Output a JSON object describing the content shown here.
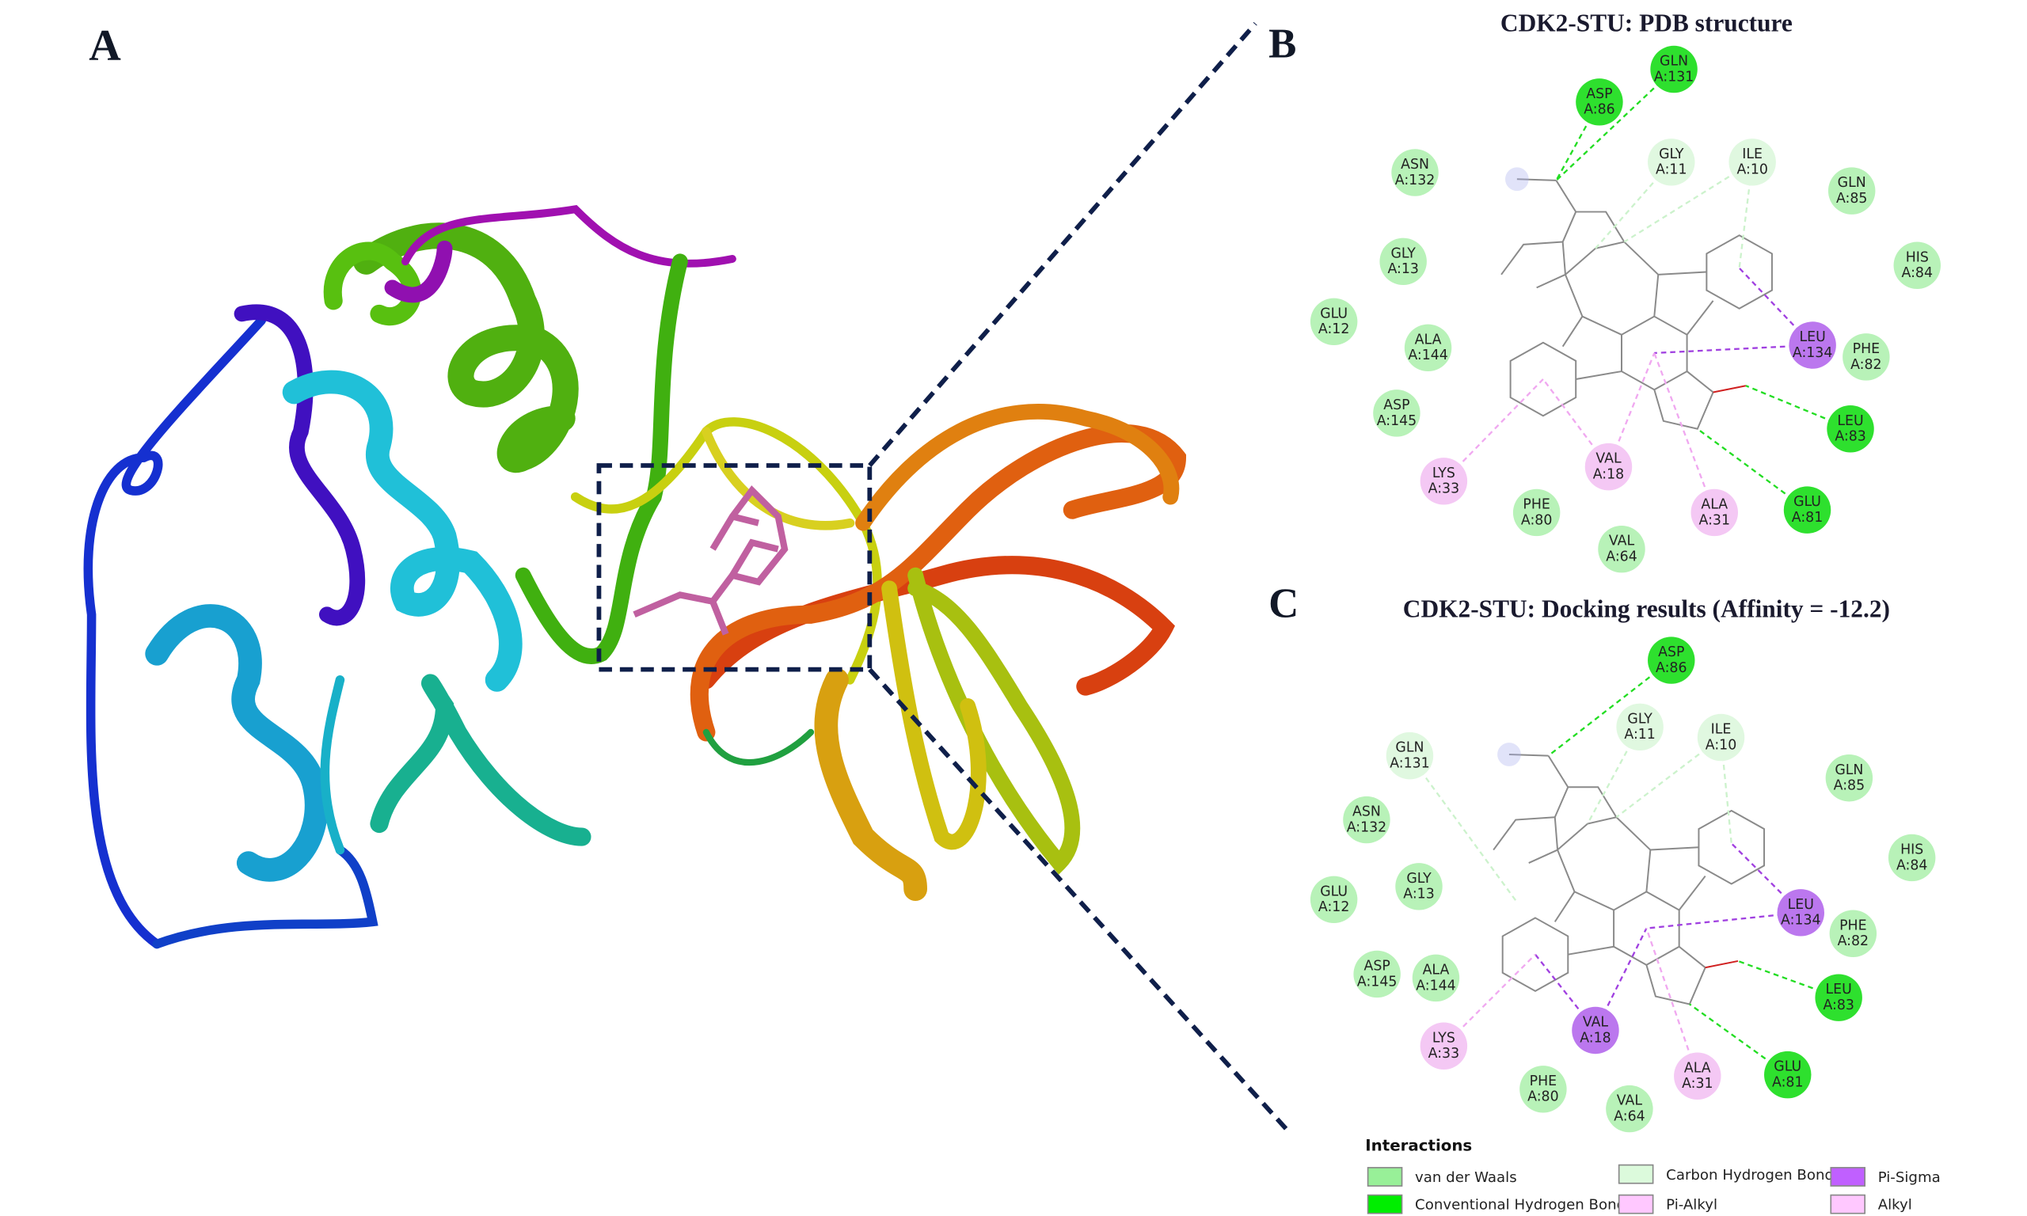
{
  "panels": {
    "a": {
      "label": "A"
    },
    "b": {
      "label": "B",
      "title": "CDK2-STU: PDB structure",
      "residues": [
        {
          "name": "ASP",
          "id": "A:86",
          "type": "conventional"
        },
        {
          "name": "GLN",
          "id": "A:131",
          "type": "conventional"
        },
        {
          "name": "GLY",
          "id": "A:11",
          "type": "carbon"
        },
        {
          "name": "ILE",
          "id": "A:10",
          "type": "carbon"
        },
        {
          "name": "ASN",
          "id": "A:132",
          "type": "vdw"
        },
        {
          "name": "GLN",
          "id": "A:85",
          "type": "vdw"
        },
        {
          "name": "HIS",
          "id": "A:84",
          "type": "vdw"
        },
        {
          "name": "GLY",
          "id": "A:13",
          "type": "vdw"
        },
        {
          "name": "GLU",
          "id": "A:12",
          "type": "vdw"
        },
        {
          "name": "ALA",
          "id": "A:144",
          "type": "vdw"
        },
        {
          "name": "LEU",
          "id": "A:134",
          "type": "pisigma"
        },
        {
          "name": "PHE",
          "id": "A:82",
          "type": "vdw"
        },
        {
          "name": "ASP",
          "id": "A:145",
          "type": "vdw"
        },
        {
          "name": "LEU",
          "id": "A:83",
          "type": "conventional"
        },
        {
          "name": "LYS",
          "id": "A:33",
          "type": "alkyl"
        },
        {
          "name": "VAL",
          "id": "A:18",
          "type": "alkyl"
        },
        {
          "name": "PHE",
          "id": "A:80",
          "type": "vdw"
        },
        {
          "name": "ALA",
          "id": "A:31",
          "type": "alkyl"
        },
        {
          "name": "GLU",
          "id": "A:81",
          "type": "conventional"
        },
        {
          "name": "VAL",
          "id": "A:64",
          "type": "vdw"
        }
      ]
    },
    "c": {
      "label": "C",
      "title": "CDK2-STU: Docking results (Affinity = -12.2)",
      "residues": [
        {
          "name": "ASP",
          "id": "A:86",
          "type": "conventional"
        },
        {
          "name": "GLY",
          "id": "A:11",
          "type": "carbon"
        },
        {
          "name": "ILE",
          "id": "A:10",
          "type": "carbon"
        },
        {
          "name": "GLN",
          "id": "A:131",
          "type": "carbon"
        },
        {
          "name": "GLN",
          "id": "A:85",
          "type": "vdw"
        },
        {
          "name": "HIS",
          "id": "A:84",
          "type": "vdw"
        },
        {
          "name": "ASN",
          "id": "A:132",
          "type": "vdw"
        },
        {
          "name": "GLY",
          "id": "A:13",
          "type": "vdw"
        },
        {
          "name": "GLU",
          "id": "A:12",
          "type": "vdw"
        },
        {
          "name": "LEU",
          "id": "A:134",
          "type": "pisigma"
        },
        {
          "name": "PHE",
          "id": "A:82",
          "type": "vdw"
        },
        {
          "name": "ASP",
          "id": "A:145",
          "type": "vdw"
        },
        {
          "name": "ALA",
          "id": "A:144",
          "type": "vdw"
        },
        {
          "name": "LEU",
          "id": "A:83",
          "type": "conventional"
        },
        {
          "name": "VAL",
          "id": "A:18",
          "type": "pisigma"
        },
        {
          "name": "LYS",
          "id": "A:33",
          "type": "alkyl"
        },
        {
          "name": "ALA",
          "id": "A:31",
          "type": "alkyl"
        },
        {
          "name": "GLU",
          "id": "A:81",
          "type": "conventional"
        },
        {
          "name": "PHE",
          "id": "A:80",
          "type": "vdw"
        },
        {
          "name": "VAL",
          "id": "A:64",
          "type": "vdw"
        }
      ]
    }
  },
  "legend": {
    "title": "Interactions",
    "items": [
      {
        "key": "vdw",
        "label": "van der Waals",
        "color": "#98f098"
      },
      {
        "key": "conventional",
        "label": "Conventional Hydrogen Bond",
        "color": "#00ee00"
      },
      {
        "key": "carbon",
        "label": "Carbon Hydrogen Bond",
        "color": "#dcfadc"
      },
      {
        "key": "pialkyl",
        "label": "Pi-Alkyl",
        "color": "#ffc8ff"
      },
      {
        "key": "pisigma",
        "label": "Pi-Sigma",
        "color": "#c060ff"
      },
      {
        "key": "alkyl",
        "label": "Alkyl",
        "color": "#ffc8ff"
      }
    ]
  },
  "colors": {
    "zoom_box": "#0f1f4a",
    "residue_fill": {
      "vdw": "#b8f2b8",
      "conventional": "#2ee02e",
      "carbon": "#e0f8e0",
      "pisigma": "#bb77ee",
      "alkyl": "#f4c8f4"
    },
    "ligand": "#c060a0"
  }
}
